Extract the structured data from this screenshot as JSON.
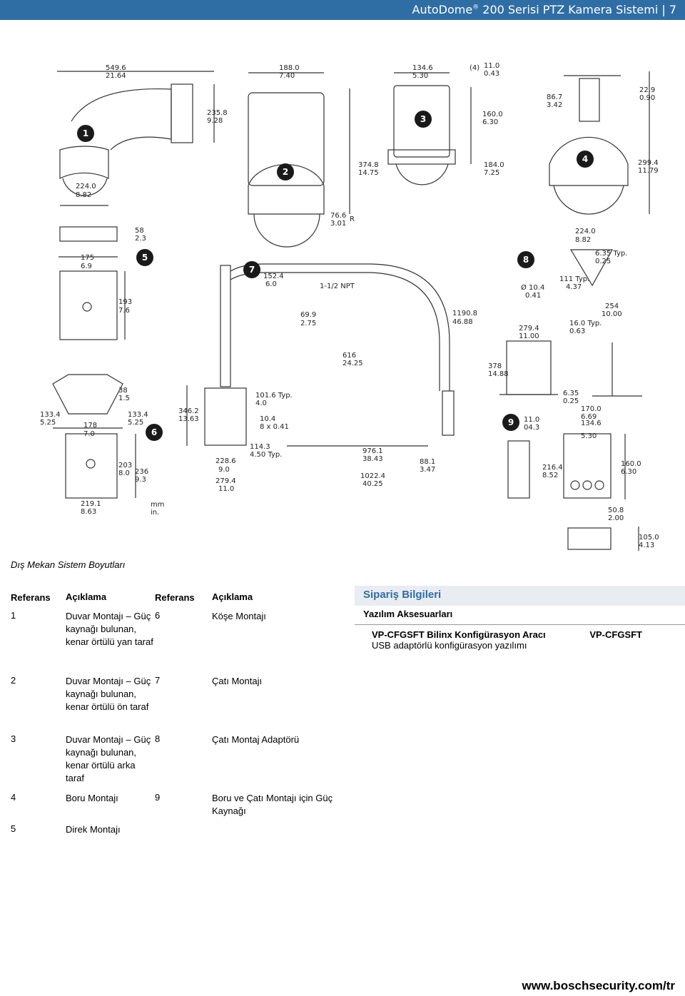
{
  "header": {
    "title_main": "AutoDome",
    "title_reg": "®",
    "title_rest": " 200 Serisi PTZ Kamera Sistemi | 7"
  },
  "drawing": {
    "badges": [
      "1",
      "2",
      "3",
      "4",
      "5",
      "6",
      "7",
      "8",
      "9"
    ],
    "dims": {
      "d1": "549.6",
      "d1b": "21.64",
      "d2": "188.0",
      "d2b": "7.40",
      "d3": "134.6",
      "d3b": "5.30",
      "d4": "(4)",
      "d4a": "11.0",
      "d4b": "0.43",
      "d5": "235.8",
      "d5b": "9.28",
      "d6": "160.0",
      "d6b": "6.30",
      "d7": "86.7",
      "d7b": "3.42",
      "d8": "22.9",
      "d8b": "0.90",
      "d9": "374.8",
      "d9b": "14.75",
      "d10": "184.0",
      "d10b": "7.25",
      "d11": "299.4",
      "d11b": "11.79",
      "d12": "224.0",
      "d12b": "8.82",
      "d13": "58",
      "d13b": "2.3",
      "d14": "76.6",
      "d14b": "3.01",
      "d14r": "R",
      "d15": "224.0",
      "d15b": "8.82",
      "d16": "6.35 Typ.",
      "d16b": "0.25",
      "d17": "175",
      "d17b": "6.9",
      "d18": "152.4",
      "d18b": "6.0",
      "d19": "1-1/2 NPT",
      "d20": "111 Typ.",
      "d20b": "4.37",
      "d21": "Ø 10.4",
      "d21b": "0.41",
      "d22": "193",
      "d22b": "7.6",
      "d23": "69.9",
      "d23b": "2.75",
      "d24": "1190.8",
      "d24b": "46.88",
      "d25": "254",
      "d25b": "10.00",
      "d26": "279.4",
      "d26b": "11.00",
      "d27": "16.0 Typ.",
      "d27b": "0.63",
      "d28": "616",
      "d28b": "24.25",
      "d29": "378",
      "d29b": "14.88",
      "d30": "38",
      "d30b": "1.5",
      "d31": "101.6 Typ.",
      "d31b": "4.0",
      "d32": "6.35",
      "d32b": "0.25",
      "d33": "133.4",
      "d33b": "5.25",
      "d34": "133.4",
      "d34b": "5.25",
      "d35": "346.2",
      "d35b": "13.63",
      "d36": "10.4",
      "d36b": "8 x 0.41",
      "d37": "170.0",
      "d37b": "6.69",
      "d38": "178",
      "d38b": "7.0",
      "d39": "11.0",
      "d39b": "04.3",
      "d40": "134.6",
      "d40b": "5.30",
      "d41": "114.3",
      "d41b": "4.50 Typ.",
      "d42": "976.1",
      "d42b": "38.43",
      "d43": "203",
      "d43b": "8.0",
      "d44": "236",
      "d44b": "9.3",
      "d45": "228.6",
      "d45b": "9.0",
      "d46": "88.1",
      "d46b": "3.47",
      "d47": "216.4",
      "d47b": "8.52",
      "d48": "160.0",
      "d48b": "6.30",
      "d49": "279.4",
      "d49b": "11.0",
      "d50": "1022.4",
      "d50b": "40.25",
      "d51": "219.1",
      "d51b": "8.63",
      "d52": "mm",
      "d52b": "in.",
      "d53": "50.8",
      "d53b": "2.00",
      "d54": "105.0",
      "d54b": "4.13"
    }
  },
  "caption": "Dış Mekan Sistem Boyutları",
  "ref_table": {
    "headers": [
      "Referans",
      "Açıklama",
      "Referans",
      "Açıklama"
    ],
    "rows": [
      {
        "ref1": "1",
        "desc1": "Duvar Montajı – Güç kaynağı bulunan, kenar örtülü yan taraf",
        "ref2": "6",
        "desc2": "Köşe Montajı"
      },
      {
        "ref1": "2",
        "desc1": "Duvar Montajı – Güç kaynağı bulunan, kenar örtülü ön taraf",
        "ref2": "7",
        "desc2": "Çatı Montajı"
      },
      {
        "ref1": "3",
        "desc1": "Duvar Montajı – Güç kaynağı bulunan, kenar örtülü arka taraf",
        "ref2": "8",
        "desc2": "Çatı Montaj Adaptörü"
      },
      {
        "ref1": "4",
        "desc1": "Boru Montajı",
        "ref2": "9",
        "desc2": "Boru ve Çatı Montajı için Güç Kaynağı"
      },
      {
        "ref1": "5",
        "desc1": "Direk Montajı",
        "ref2": "",
        "desc2": ""
      }
    ]
  },
  "order": {
    "title": "Sipariş Bilgileri",
    "subtitle": "Yazılım Aksesuarları",
    "product_name": "VP-CFGSFT Bilinx Konfigürasyon Aracı",
    "product_desc": "USB adaptörlü konfigürasyon yazılımı",
    "product_code": "VP-CFGSFT"
  },
  "footer": {
    "url": "www.boschsecurity.com/tr"
  }
}
